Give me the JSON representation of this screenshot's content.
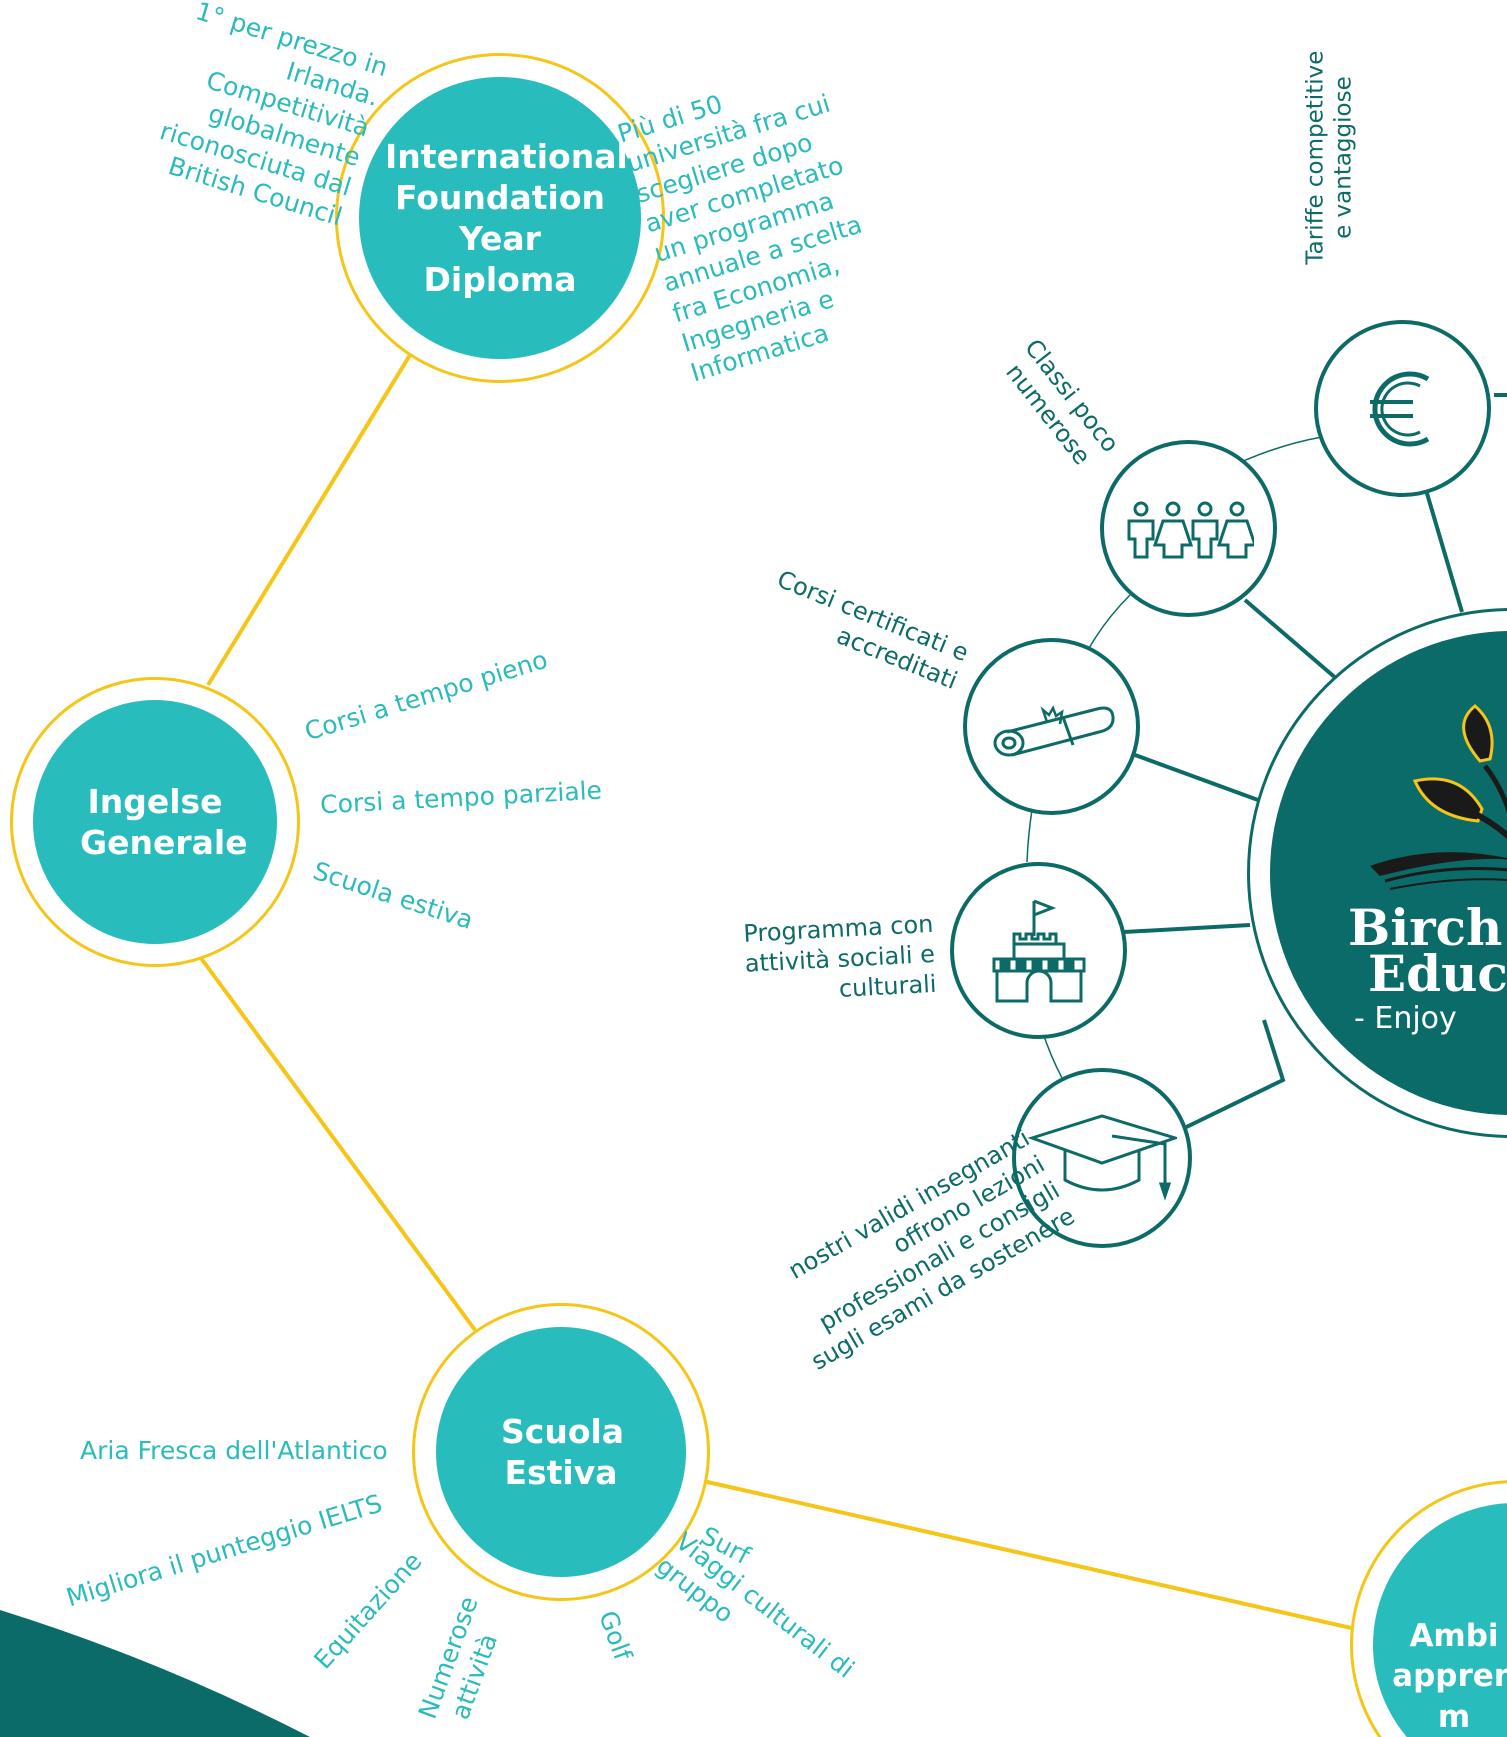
{
  "hubs": {
    "ifyd": "International Foundation Year Diploma",
    "general": "Ingelse Generale",
    "summer": "Scuola Estiva",
    "env": "Ambi appren m"
  },
  "ifyd_notes": {
    "left": "1° per prezzo in Irlanda. Competitività globalmente riconosciuta dal British Council",
    "right": "Più di 50 università fra cui scegliere dopo aver completato un programma annuale a scelta fra Economia, Ingegneria e Informatica"
  },
  "general_notes": [
    "Corsi a tempo pieno",
    "Corsi a tempo parziale",
    "Scuola estiva"
  ],
  "summer_notes": [
    "Aria Fresca dell'Atlantico",
    "Migliora il punteggio IELTS",
    "Equitazione",
    "Numerose attività",
    "Golf",
    "Viaggi culturali di gruppo",
    "Surf"
  ],
  "features": [
    {
      "icon": "euro-icon",
      "label": "Tariffe competitive e vantaggiose"
    },
    {
      "icon": "people-icon",
      "label": "Classi poco numerose"
    },
    {
      "icon": "diploma-scroll-icon",
      "label": "Corsi certificati e accreditati"
    },
    {
      "icon": "castle-icon",
      "label": "Programma con attività sociali e culturali"
    },
    {
      "icon": "graduation-cap-icon",
      "label": "nostri validi insegnanti offrono lezioni professionali e consigli sugli esami da sostenere"
    }
  ],
  "brand": {
    "line1": "Birch",
    "line2": "Educ",
    "tagline": "- Enjoy"
  },
  "colors": {
    "teal": "#29bcbc",
    "dark_teal": "#0d6b67",
    "yellow": "#f5c518",
    "label_teal": "#2bbbbb"
  }
}
